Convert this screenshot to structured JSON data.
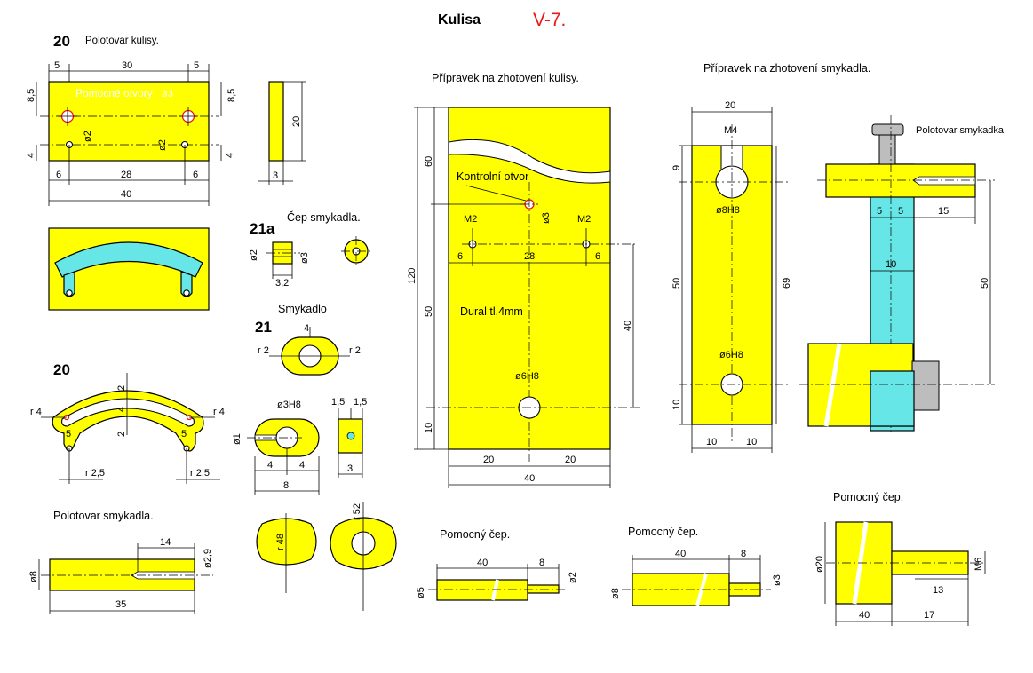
{
  "title": {
    "main": "Kulisa",
    "code": "V-7."
  },
  "sections": {
    "polotovar_kulisy": {
      "number": "20",
      "caption": "Polotovar kulisy.",
      "hole_note": "Pomocné otvory",
      "dims": {
        "d5a": "5",
        "d30": "30",
        "d5b": "5",
        "d85a": "8,5",
        "d85b": "8,5",
        "dia3": "ø3",
        "d4a": "4",
        "d4b": "4",
        "dia2a": "ø2",
        "dia2b": "ø2",
        "d6a": "6",
        "d28": "28",
        "d6b": "6",
        "d40": "40",
        "d20": "20",
        "d3": "3"
      }
    },
    "cep_smykadla": {
      "number": "21a",
      "caption": "Čep smykadla.",
      "dims": {
        "dia2": "ø2",
        "dia3": "ø3",
        "d32": "3,2"
      }
    },
    "smykadlo": {
      "number": "21",
      "caption": "Smykadlo",
      "dims": {
        "d4": "4",
        "r2a": "r 2",
        "r2b": "r 2",
        "dia3h8": "ø3H8",
        "dia1": "ø1",
        "d4a": "4",
        "d4b": "4",
        "d8": "8",
        "d15a": "1,5",
        "d15b": "1,5",
        "d3": "3",
        "r48": "r 48",
        "r52": "r 52"
      }
    },
    "kulisa_part": {
      "number": "20",
      "dims": {
        "d2a": "2",
        "d4": "4",
        "d2b": "2",
        "r4a": "r 4",
        "r4b": "r 4",
        "d5a": "5",
        "d5b": "5",
        "r25a": "r 2,5",
        "r25b": "r 2,5"
      }
    },
    "polotovar_smykadla": {
      "caption": "Polotovar smykadla.",
      "dims": {
        "d14": "14",
        "dia29": "ø2,9",
        "dia8": "ø8",
        "d35": "35"
      }
    },
    "pripravek_kulisy": {
      "caption": "Přípravek na zhotovení kulisy.",
      "control_hole": "Kontrolní otvor",
      "material": "Dural tl.4mm",
      "dims": {
        "d120": "120",
        "d60": "60",
        "d50": "50",
        "d10": "10",
        "dia3": "ø3",
        "m2a": "M2",
        "m2b": "M2",
        "d6a": "6",
        "d28": "28",
        "d6b": "6",
        "d40v": "40",
        "dia6h8": "ø6H8",
        "d20a": "20",
        "d20b": "20",
        "d40": "40"
      }
    },
    "pripravek_smykadla": {
      "caption": "Přípravek na zhotovení smykadla.",
      "blank_label": "Polotovar smykadka.",
      "dims": {
        "d20": "20",
        "m4": "M4",
        "d9": "9",
        "dia8h8": "ø8H8",
        "d50": "50",
        "d69": "69",
        "dia6h8": "ø6H8",
        "d10v": "10",
        "d10a": "10",
        "d10b": "10",
        "d5a": "5",
        "d5b": "5",
        "d15": "15",
        "d10": "10",
        "d50r": "50"
      }
    },
    "pomocny_cep_1": {
      "caption": "Pomocný čep.",
      "dims": {
        "d40": "40",
        "d8": "8",
        "dia2": "ø2",
        "dia5": "ø5"
      }
    },
    "pomocny_cep_2": {
      "caption": "Pomocný čep.",
      "dims": {
        "d40": "40",
        "d8": "8",
        "dia3": "ø3",
        "dia8": "ø8"
      }
    },
    "pomocny_cep_3": {
      "caption": "Pomocný čep.",
      "dims": {
        "dia20": "ø20",
        "m6": "M6",
        "d13": "13",
        "d40": "40",
        "d17": "17"
      }
    }
  },
  "colors": {
    "part": "#ffff00",
    "fixture_blank": "#66e6e6",
    "accent": "#e8191b"
  }
}
